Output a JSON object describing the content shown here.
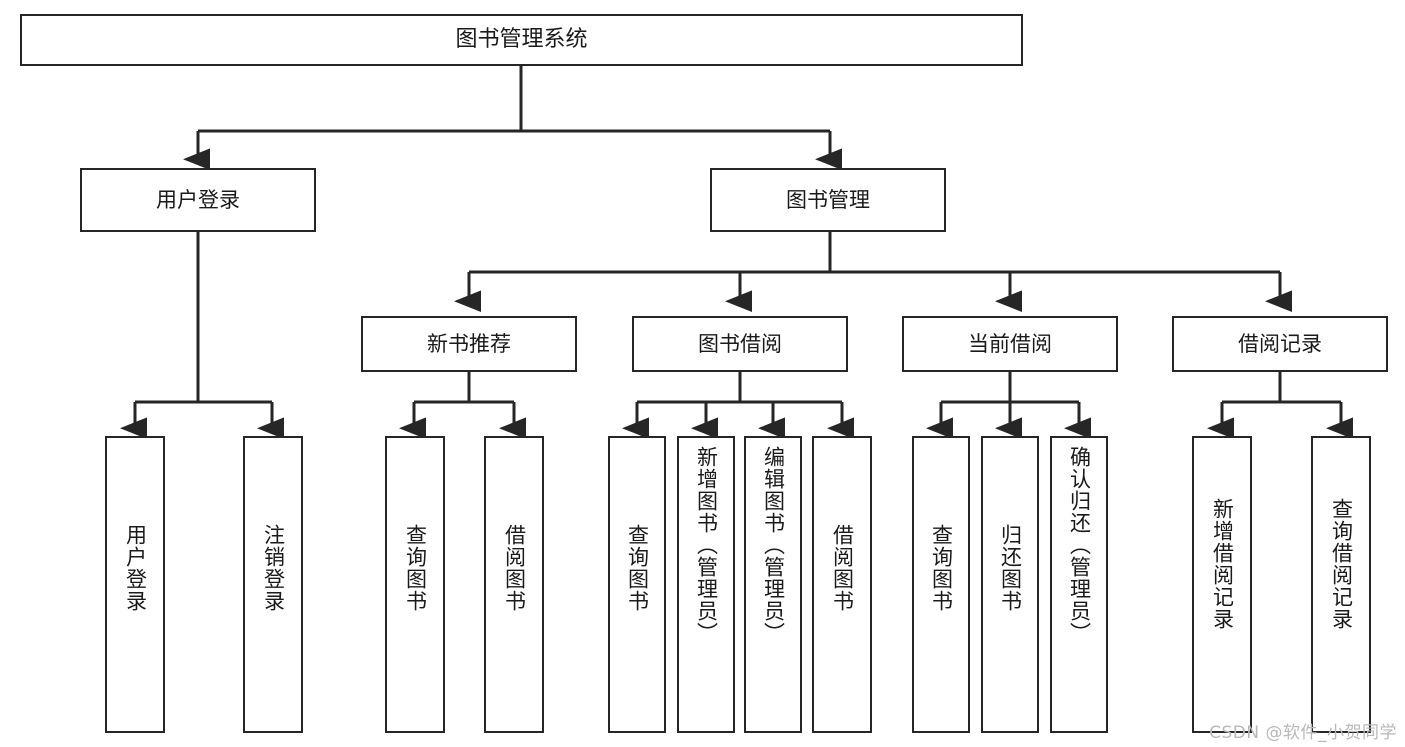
{
  "diagram": {
    "title": "图书管理系统",
    "type": "tree-hierarchy",
    "orientation": "top-down",
    "style": {
      "box_border_color": "#262626",
      "box_fill_color": "#ffffff",
      "edge_color": "#262626",
      "text_color": "#1a1a1a",
      "background": "#ffffff",
      "watermark_color": "#b8b8b8"
    },
    "root": {
      "label": "图书管理系统"
    },
    "level1": [
      {
        "label": "用户登录"
      },
      {
        "label": "图书管理"
      }
    ],
    "level2": [
      {
        "label": "新书推荐"
      },
      {
        "label": "图书借阅"
      },
      {
        "label": "当前借阅"
      },
      {
        "label": "借阅记录"
      }
    ],
    "leaves": {
      "user_login": [
        {
          "label": "用户登录"
        },
        {
          "label": "注销登录"
        }
      ],
      "new_book_recommend": [
        {
          "label": "查询图书"
        },
        {
          "label": "借阅图书"
        }
      ],
      "book_borrow": [
        {
          "label": "查询图书"
        },
        {
          "label": "新增图书（管理员）"
        },
        {
          "label": "编辑图书（管理员）"
        },
        {
          "label": "借阅图书"
        }
      ],
      "current_borrow": [
        {
          "label": "查询图书"
        },
        {
          "label": "归还图书"
        },
        {
          "label": "确认归还（管理员）"
        }
      ],
      "borrow_record": [
        {
          "label": "新增借阅记录"
        },
        {
          "label": "查询借阅记录"
        }
      ]
    }
  },
  "watermark": {
    "text": "CSDN @软件_小贺同学"
  }
}
